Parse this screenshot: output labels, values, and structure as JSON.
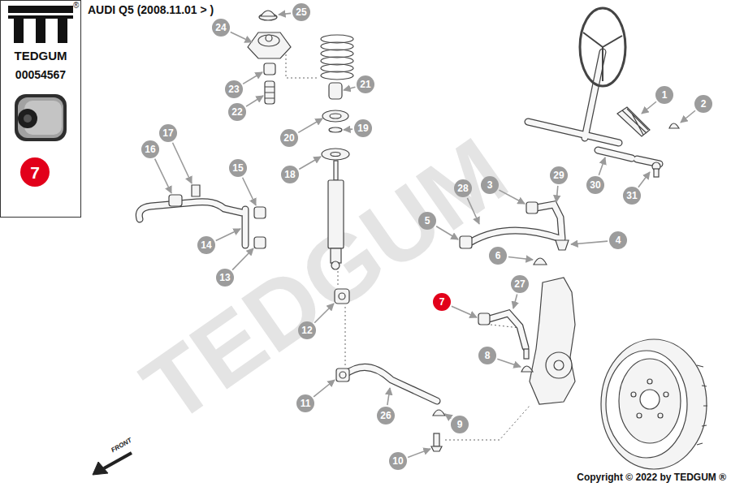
{
  "diagram": {
    "title": "AUDI Q5 (2008.11.01 > )",
    "nodes": [
      {
        "text": [
          "TEDGUM",
          "00054567"
        ]
      },
      {
        "text": [
          "7"
        ],
        "in": 0
      },
      {
        "text": [
          "25"
        ]
      },
      {
        "text": [
          "24"
        ]
      },
      {
        "text": [
          "23"
        ]
      },
      {
        "text": [
          "22"
        ]
      },
      {
        "text": [
          "21"
        ]
      },
      {
        "text": [
          "1"
        ]
      },
      {
        "text": [
          "2"
        ]
      },
      {
        "text": [
          "20"
        ]
      },
      {
        "text": [
          "19"
        ]
      },
      {
        "text": [
          "17"
        ]
      },
      {
        "text": [
          "16"
        ]
      },
      {
        "text": [
          "18"
        ]
      },
      {
        "text": [
          "15"
        ]
      },
      {
        "text": [
          "3"
        ]
      },
      {
        "text": [
          "29"
        ]
      },
      {
        "text": [
          "28"
        ]
      },
      {
        "text": [
          "30"
        ]
      },
      {
        "text": [
          "31"
        ]
      },
      {
        "text": [
          "5"
        ]
      },
      {
        "text": [
          "4"
        ]
      },
      {
        "text": [
          "14"
        ]
      },
      {
        "text": [
          "6"
        ]
      },
      {
        "text": [
          "13"
        ]
      },
      {
        "text": [
          "27"
        ]
      },
      {
        "text": [
          "7"
        ]
      },
      {
        "text": [
          "12"
        ]
      },
      {
        "text": [
          "8"
        ]
      },
      {
        "text": [
          "11"
        ]
      },
      {
        "text": [
          "26"
        ]
      },
      {
        "text": [
          "9"
        ]
      },
      {
        "text": [
          "10"
        ]
      }
    ],
    "labels": [
      "®",
      "TEDGUM",
      "FRONT",
      "Copyright © 2022 by TEDGUM ®"
    ]
  }
}
